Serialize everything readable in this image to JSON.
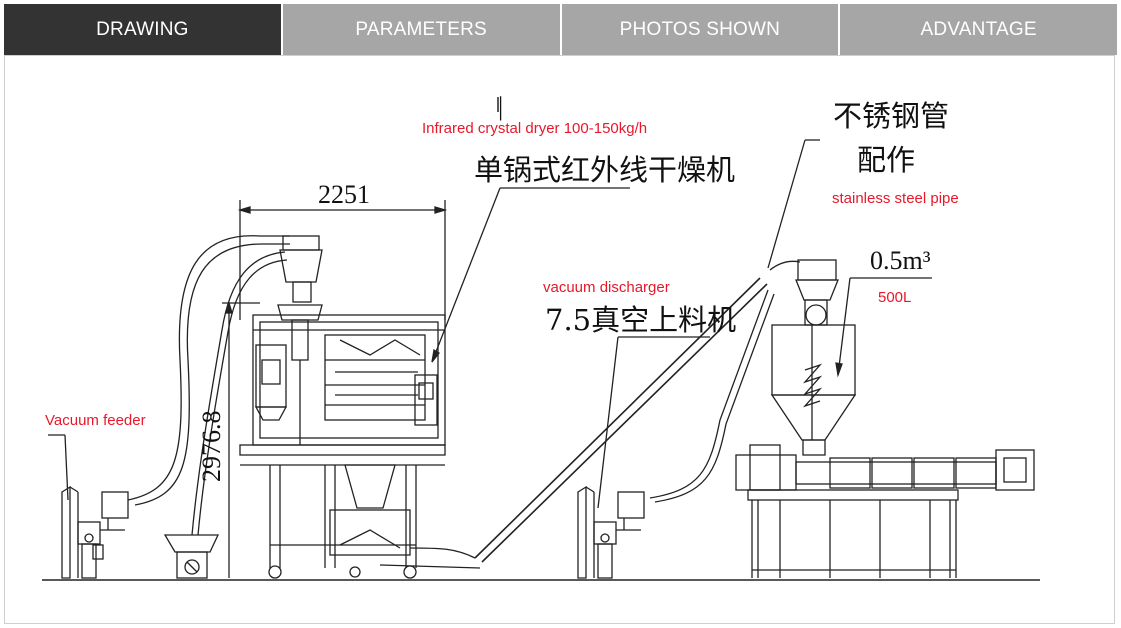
{
  "tabs": [
    {
      "label": "DRAWING",
      "active": true
    },
    {
      "label": "PARAMETERS",
      "active": false
    },
    {
      "label": "PHOTOS SHOWN",
      "active": false
    },
    {
      "label": "ADVANTAGE",
      "active": false
    }
  ],
  "drawing": {
    "dryer_en": "Infrared crystal dryer 100-150kg/h",
    "dryer_cn": "单锅式红外线干燥机",
    "pipe_cn_1": "不锈钢管",
    "pipe_cn_2": "配作",
    "pipe_en": "stainless steel pipe",
    "width_dim": "2251",
    "height_dim": "2976.8",
    "vacuum_feeder_en": "Vacuum feeder",
    "discharger_en": "vacuum  discharger",
    "discharger_cn": "7.5真空上料机",
    "hopper_volume": "0.5m³",
    "hopper_en": "500L",
    "top_mark": "|"
  },
  "colors": {
    "active_tab": "#333333",
    "inactive_tab": "#a6a6a6",
    "annotation_red": "#e8182a"
  }
}
